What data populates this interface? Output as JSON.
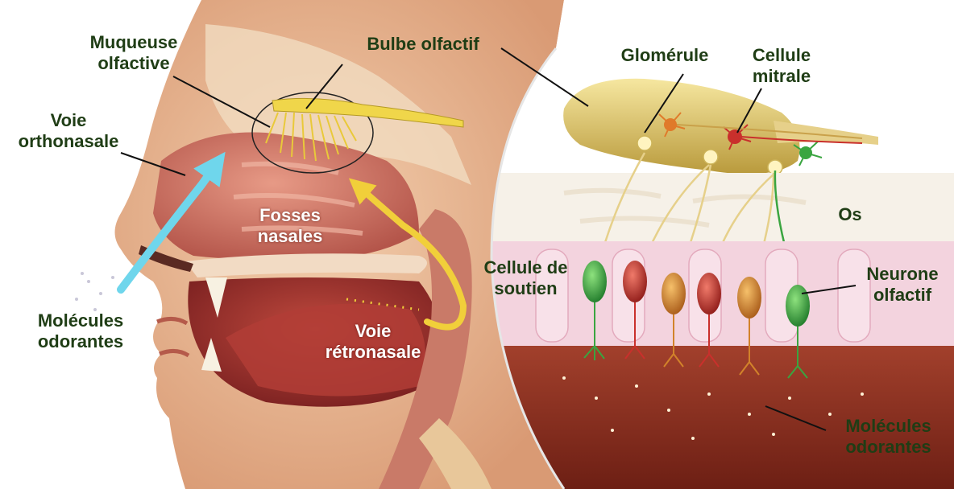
{
  "labels": {
    "muqueuse_olfactive": "Muqueuse\nolfactive",
    "bulbe_olfactif_left": "Bulbe olfactif",
    "voie_orthonasale": "Voie\northonasale",
    "fosses_nasales": "Fosses\nnasales",
    "voie_retronasale": "Voie\nrétronasale",
    "molecules_odorantes_left": "Molécules\nodorantes",
    "glomerule": "Glomérule",
    "cellule_mitrale": "Cellule\nmitrale",
    "os": "Os",
    "cellule_de_soutien": "Cellule de\nsoutien",
    "neurone_olfactif": "Neurone\nolfactif",
    "molecules_odorantes_right": "Molécules\nodorantes"
  },
  "colors": {
    "label_text": "#1f3d15",
    "label_text_on_tissue": "#ffffff",
    "skin": "#e8b48e",
    "cavity": "#c8685a",
    "bulb": "#d9c264",
    "orthonasal_arrow": "#6fd6ec",
    "retronasal_arrow": "#f1cf3a",
    "support_cell": "#f3c8d6",
    "olfactory_neuron": "#3aa540",
    "sensory_neurons": [
      "#c9302c",
      "#d2822a"
    ],
    "mucus_layer": "#8a2e1e"
  }
}
